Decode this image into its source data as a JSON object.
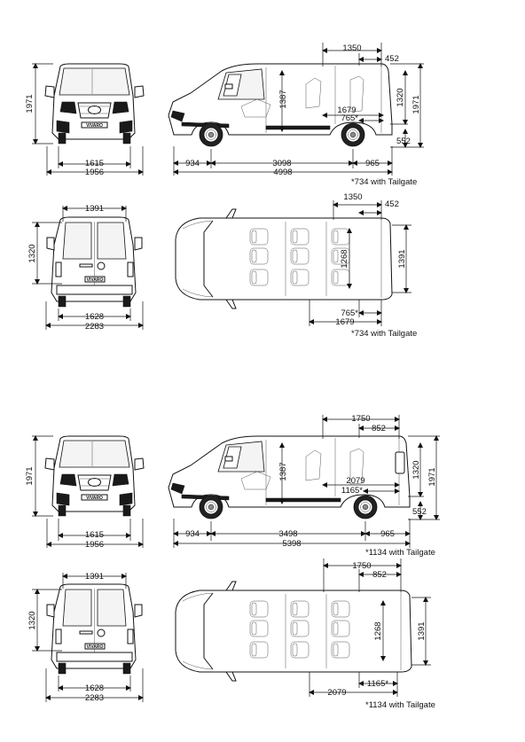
{
  "short": {
    "front_height": "1971",
    "front_track": "1615",
    "front_width": "1956",
    "side_rear_cargo": "1350",
    "side_rear_overhang_top": "452",
    "side_interior_height": "1387",
    "side_load_length_floor": "1679",
    "side_load_sill_marker": "765*",
    "side_height_interior": "1320",
    "side_height_total": "1971",
    "side_ground": "552",
    "side_front_overhang": "934",
    "side_wheelbase": "3098",
    "side_rear_overhang": "965",
    "side_length_total": "4998",
    "side_note": "*734 with Tailgate",
    "rear_door_width": "1391",
    "rear_door_height": "1320",
    "rear_track": "1628",
    "rear_width_mirrors": "2283",
    "top_rear_cargo": "1350",
    "top_rear_overhang": "452",
    "top_interior_width": "1268",
    "top_width_arches": "1391",
    "top_marker": "765*",
    "top_floor_length": "1679",
    "top_note": "*734 with Tailgate"
  },
  "long": {
    "front_height": "1971",
    "front_track": "1615",
    "front_width": "1956",
    "side_rear_cargo": "1750",
    "side_rear_overhang_top": "852",
    "side_interior_height": "1387",
    "side_load_length_floor": "2079",
    "side_load_sill_marker": "1165*",
    "side_height_interior": "1320",
    "side_height_total": "1971",
    "side_ground": "552",
    "side_front_overhang": "934",
    "side_wheelbase": "3498",
    "side_rear_overhang": "965",
    "side_length_total": "5398",
    "side_note": "*1134 with Tailgate",
    "rear_door_width": "1391",
    "rear_door_height": "1320",
    "rear_track": "1628",
    "rear_width_mirrors": "2283",
    "top_rear_cargo": "1750",
    "top_rear_overhang": "852",
    "top_interior_width": "1268",
    "top_width_arches": "1391",
    "top_marker": "1165*",
    "top_floor_length": "2079",
    "top_note": "*1134 with Tailgate"
  },
  "badge_text": "VIVARO"
}
